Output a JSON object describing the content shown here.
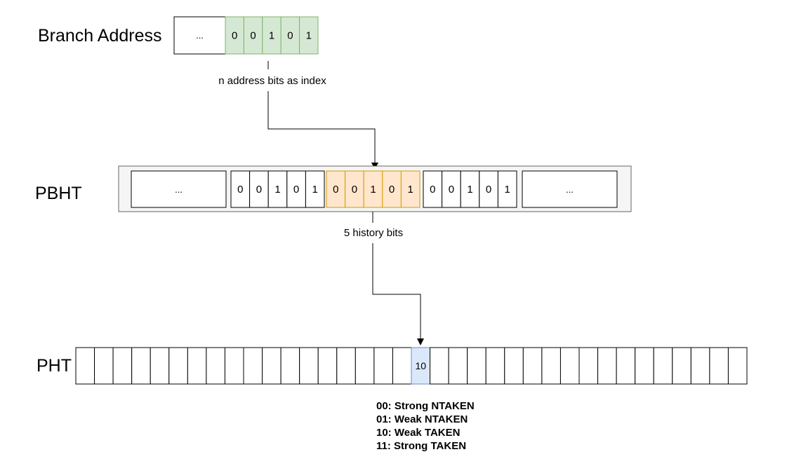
{
  "labels": {
    "branch_address": "Branch Address",
    "pbht": "PBHT",
    "pht": "PHT"
  },
  "branch_address": {
    "ellipsis": "...",
    "bits": [
      "0",
      "0",
      "1",
      "0",
      "1"
    ]
  },
  "pbht": {
    "ellipsis_left": "...",
    "ellipsis_right": "...",
    "entries": [
      [
        "0",
        "0",
        "1",
        "0",
        "1"
      ],
      [
        "0",
        "0",
        "1",
        "0",
        "1"
      ],
      [
        "0",
        "0",
        "1",
        "0",
        "1"
      ]
    ],
    "highlight_entry": 1
  },
  "pht": {
    "cell_count": 36,
    "highlight_index": 18,
    "highlight_value": "10"
  },
  "annotations": {
    "index_note": "n address bits as index",
    "history_note": "5 history bits"
  },
  "legend": [
    "00: Strong NTAKEN",
    "01: Weak NTAKEN",
    "10: Weak TAKEN",
    "11: Strong TAKEN"
  ],
  "colors": {
    "green_fill": "#d5e8d4",
    "green_stroke": "#82b366",
    "orange_fill": "#ffe6cc",
    "orange_stroke": "#d79b00",
    "blue_fill": "#dae8fc",
    "blue_stroke": "#6c8ebf",
    "container_fill": "#f5f5f5",
    "container_stroke": "#666666"
  }
}
